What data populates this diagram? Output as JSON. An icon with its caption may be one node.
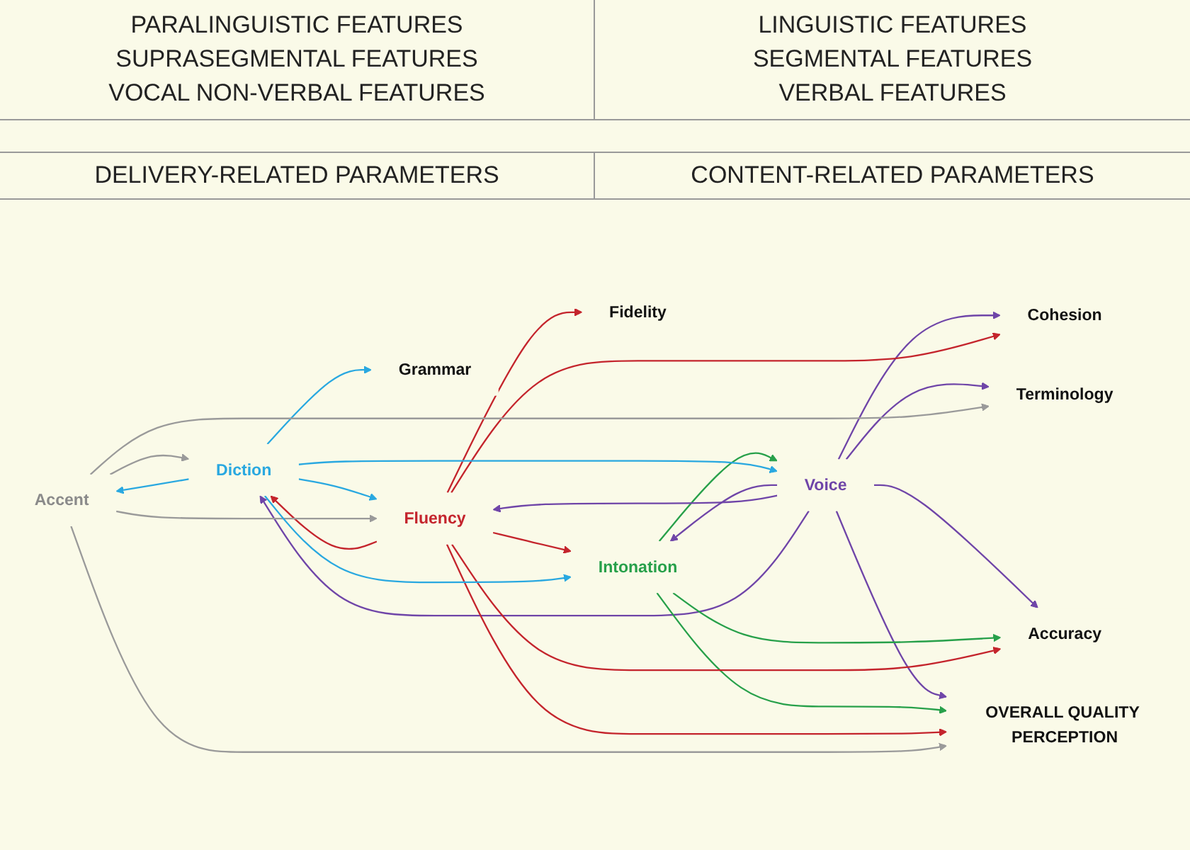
{
  "diagram": {
    "nodes": [
      {
        "text": [
          "Voice"
        ]
      },
      {
        "text": [
          "Intonation"
        ]
      },
      {
        "text": [
          "Fluency"
        ]
      },
      {
        "text": [
          "Diction"
        ]
      },
      {
        "text": [
          "Accent"
        ]
      },
      {
        "text": [
          "Fidelity"
        ]
      },
      {
        "text": [
          "Cohesion"
        ]
      },
      {
        "text": [
          "Terminology"
        ]
      },
      {
        "text": [
          "Grammar"
        ]
      },
      {
        "text": [
          "Accuracy"
        ]
      },
      {
        "text": [
          "OVERALL QUALITY PERCEPTION"
        ]
      }
    ],
    "edges": [
      {
        "from": 0,
        "to": 1,
        "arrow": "to",
        "color": "#6f45a8"
      },
      {
        "from": 1,
        "to": 0,
        "arrow": "to",
        "color": "#27a04a"
      },
      {
        "from": 2,
        "to": 1,
        "arrow": "to",
        "color": "#c4242c"
      },
      {
        "from": 2,
        "to": 3,
        "arrow": "to",
        "color": "#c4242c"
      },
      {
        "from": 3,
        "to": 2,
        "arrow": "to",
        "color": "#29a8e0"
      },
      {
        "from": 3,
        "to": 4,
        "arrow": "to",
        "color": "#29a8e0"
      },
      {
        "from": 4,
        "to": 3,
        "arrow": "to",
        "color": "#9a9a9a"
      },
      {
        "from": 0,
        "to": 2,
        "arrow": "to",
        "color": "#6f45a8"
      },
      {
        "from": 0,
        "to": 3,
        "arrow": "to",
        "color": "#6f45a8"
      },
      {
        "from": 4,
        "to": 2,
        "arrow": "to",
        "color": "#9a9a9a"
      },
      {
        "from": 0,
        "to": 6,
        "arrow": "to",
        "color": "#6f45a8"
      },
      {
        "from": 0,
        "to": 7,
        "arrow": "to",
        "color": "#6f45a8"
      },
      {
        "from": 0,
        "to": 9,
        "arrow": "to",
        "color": "#6f45a8"
      },
      {
        "from": 0,
        "to": 10,
        "arrow": "to",
        "color": "#6f45a8"
      },
      {
        "from": 1,
        "to": 9,
        "arrow": "to",
        "color": "#27a04a"
      },
      {
        "from": 1,
        "to": 10,
        "arrow": "to",
        "color": "#27a04a"
      },
      {
        "from": 2,
        "to": 5,
        "arrow": "to",
        "color": "#c4242c"
      },
      {
        "from": 2,
        "to": 6,
        "arrow": "to",
        "color": "#c4242c"
      },
      {
        "from": 2,
        "to": 9,
        "arrow": "to",
        "color": "#c4242c"
      },
      {
        "from": 2,
        "to": 10,
        "arrow": "to",
        "color": "#c4242c"
      },
      {
        "from": 3,
        "to": 0,
        "arrow": "to",
        "color": "#29a8e0"
      },
      {
        "from": 3,
        "to": 1,
        "arrow": "to",
        "color": "#29a8e0"
      },
      {
        "from": 3,
        "to": 8,
        "arrow": "to",
        "color": "#29a8e0"
      },
      {
        "from": 4,
        "to": 7,
        "arrow": "to",
        "color": "#9a9a9a"
      },
      {
        "from": 4,
        "to": 10,
        "arrow": "to",
        "color": "#9a9a9a"
      }
    ],
    "labels": [
      "PARALINGUISTIC FEATURES",
      "LINGUISTIC FEATURES",
      "SUPRASEGMENTAL FEATURES",
      "SEGMENTAL FEATURES",
      "VOCAL NON-VERBAL FEATURES",
      "VERBAL FEATURES",
      "DELIVERY-RELATED PARAMETERS",
      "CONTENT-RELATED PARAMETERS"
    ]
  }
}
